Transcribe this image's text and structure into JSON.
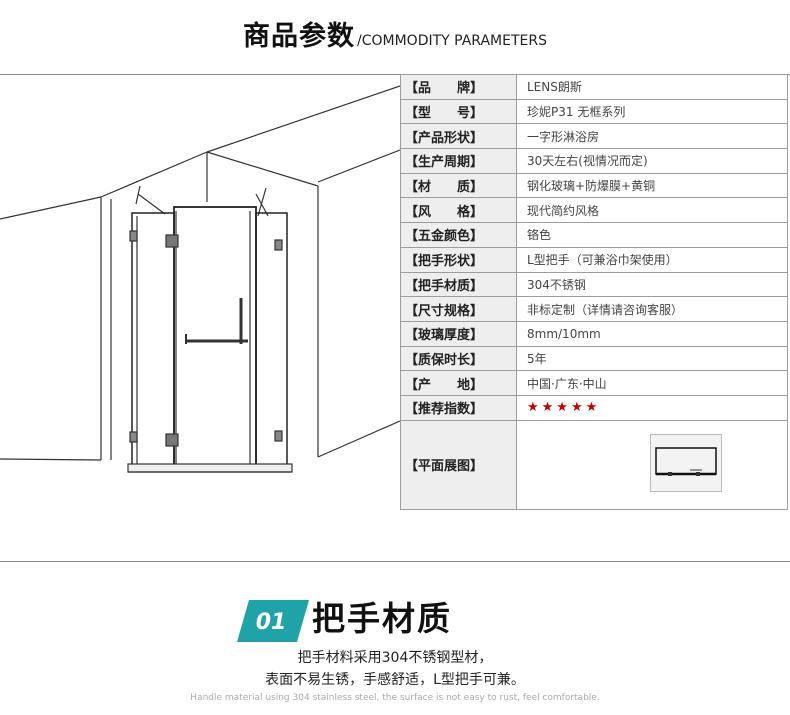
{
  "header": {
    "title_cn": "商品参数",
    "title_en": "/COMMODITY PARAMETERS"
  },
  "params": [
    {
      "key": "【品　　牌】",
      "value": "LENS朗斯"
    },
    {
      "key": "【型　　号】",
      "value": "珍妮P31  无框系列"
    },
    {
      "key": "【产品形状】",
      "value": "一字形淋浴房"
    },
    {
      "key": "【生产周期】",
      "value": "30天左右(视情况而定)"
    },
    {
      "key": "【材　　质】",
      "value": "钢化玻璃+防爆膜+黄铜"
    },
    {
      "key": "【风　　格】",
      "value": "现代简约风格"
    },
    {
      "key": "【五金颜色】",
      "value": "铬色"
    },
    {
      "key": "【把手形状】",
      "value": "L型把手（可兼浴巾架使用）"
    },
    {
      "key": "【把手材质】",
      "value": "304不锈钢"
    },
    {
      "key": "【尺寸规格】",
      "value": "非标定制（详情请咨询客服）"
    },
    {
      "key": "【玻璃厚度】",
      "value": "8mm/10mm"
    },
    {
      "key": "【质保时长】",
      "value": "5年"
    },
    {
      "key": "【产　　地】",
      "value": "中国·广东·中山"
    }
  ],
  "rating": {
    "key": "【推荐指数】",
    "stars": "★★★★★",
    "count": 5
  },
  "plan": {
    "key": "【平面展图】"
  },
  "section": {
    "number": "01",
    "title": "把手材质",
    "desc_line1": "把手材料采用304不锈钢型材，",
    "desc_line2": "表面不易生锈，手感舒适，L型把手可兼。",
    "desc_en": "Handle material using 304 stainless steel, the surface is not easy to rust, feel comfortable."
  },
  "colors": {
    "accent": "#1fa3a8",
    "stars": "#c40000",
    "key_bg": "#eeeeee"
  }
}
